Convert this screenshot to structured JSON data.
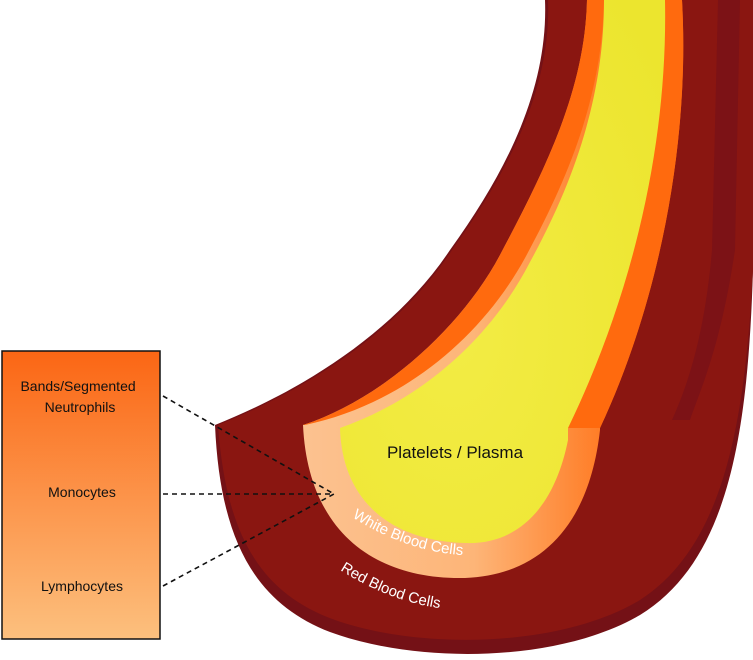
{
  "diagram": {
    "legend_items": [
      {
        "line1": "Bands/Segmented",
        "line2": "Neutrophils"
      },
      {
        "line1": "Monocytes"
      },
      {
        "line1": "Lymphocytes"
      }
    ],
    "layers": {
      "inner": "Platelets / Plasma",
      "middle": "White Blood Cells",
      "outer": "Red Blood Cells"
    },
    "colors": {
      "rbc_dark": "#7a1414",
      "rbc_main": "#8a1611",
      "wbc_light": "#fbb47c",
      "wbc_dark": "#ff6a0e",
      "plasma": "#f0ea3d",
      "legend_top": "#fb6614",
      "legend_bottom": "#fcc07e"
    }
  }
}
